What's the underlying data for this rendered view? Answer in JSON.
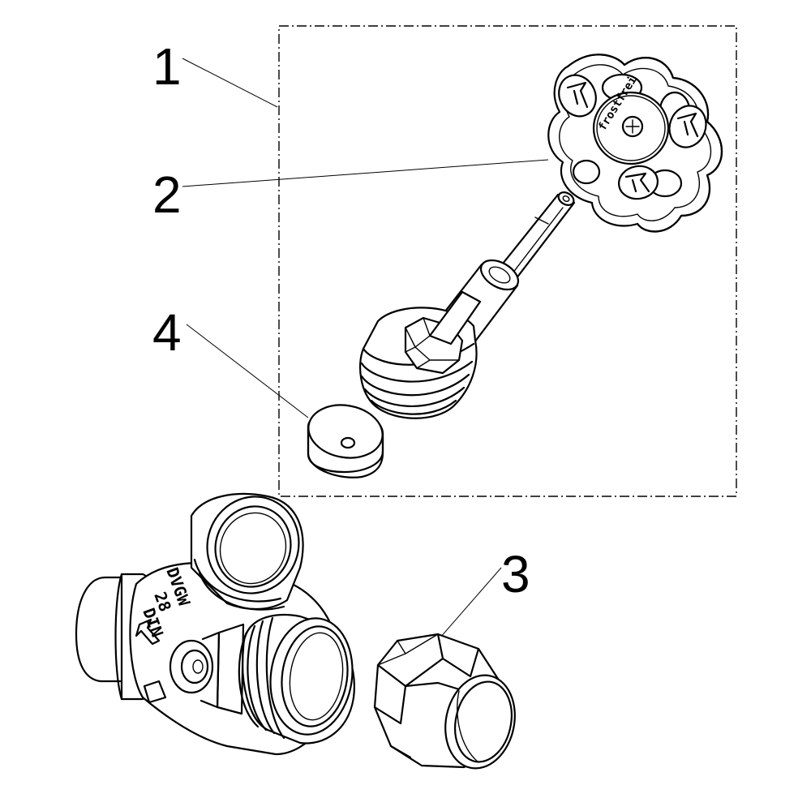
{
  "callouts": [
    {
      "label": "1",
      "part": "upper-assembly"
    },
    {
      "label": "2",
      "part": "handwheel"
    },
    {
      "label": "3",
      "part": "union-nut"
    },
    {
      "label": "4",
      "part": "washer"
    }
  ],
  "markings": {
    "handwheel_text": "frostfrei",
    "body_line1": "DVGW",
    "body_line2": "28",
    "body_line3": "DIN"
  }
}
